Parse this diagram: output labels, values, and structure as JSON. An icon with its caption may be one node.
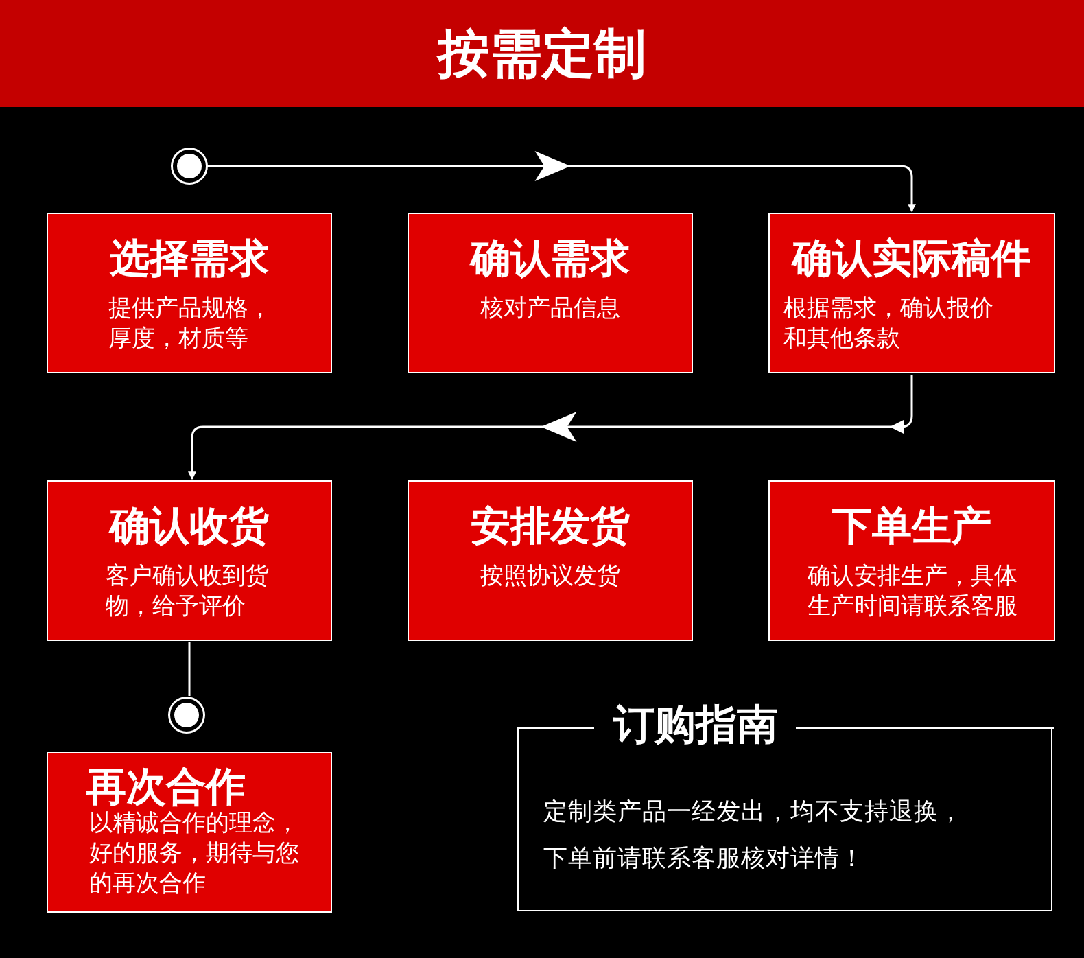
{
  "diagram": {
    "title": "按需定制",
    "nodes": [
      {
        "text": [],
        "shape": "circle"
      },
      {
        "text": [
          "选择需求",
          "提供产品规格，厚度，材质等"
        ]
      },
      {
        "text": [
          "确认需求",
          "核对产品信息"
        ]
      },
      {
        "text": [
          "确认实际稿件",
          "根据需求，确认报价和其他条款"
        ]
      },
      {
        "text": [
          "确认收货",
          "客户确认收到货物，给予评价"
        ]
      },
      {
        "text": [
          "安排发货",
          "按照协议发货"
        ]
      },
      {
        "text": [
          "下单生产",
          "确认安排生产，具体生产时间请联系客服"
        ]
      },
      {
        "text": [],
        "shape": "circle"
      },
      {
        "text": [
          "再次合作",
          "以精诚合作的理念，好的服务，期待与您的再次合作"
        ]
      },
      {
        "text": [
          "订购指南",
          "定制类产品一经发出，均不支持退换，下单前请联系客服核对详情！"
        ]
      }
    ],
    "edges": [
      {
        "from": 0,
        "to": 3,
        "arrow": "to"
      },
      {
        "from": 3,
        "to": 4,
        "arrow": "to"
      },
      {
        "from": 4,
        "to": 7,
        "arrow": "none"
      }
    ]
  }
}
